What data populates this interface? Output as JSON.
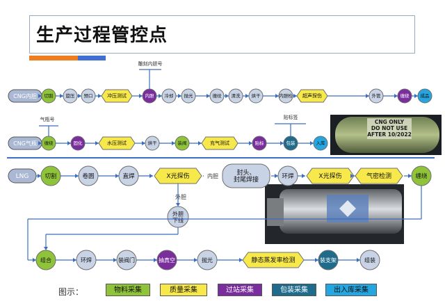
{
  "title": "生产过程管控点",
  "colors": {
    "material": "#8fc43a",
    "quality": "#f7e84b",
    "station": "#7a2d9c",
    "packing": "#1e6b8c",
    "inout": "#25a6e0",
    "process": "#c9d3e6",
    "line": "#3a6ec0"
  },
  "cng1": {
    "start": "CNG内胆",
    "nodes": [
      {
        "label": "切割",
        "kind": "material"
      },
      {
        "label": "旋压",
        "kind": "process"
      },
      {
        "label": "预口",
        "kind": "process"
      },
      {
        "label": "冲压测试",
        "kind": "quality",
        "diamond": true
      },
      {
        "label": "内胆",
        "kind": "station"
      },
      {
        "label": "冷却",
        "kind": "process"
      },
      {
        "label": "抛光",
        "kind": "process"
      },
      {
        "label": "缠纹",
        "kind": "process"
      },
      {
        "label": "清洗",
        "kind": "process"
      },
      {
        "label": "烘干",
        "kind": "process"
      },
      {
        "label": "内胆检",
        "kind": "process"
      },
      {
        "label": "超声探伤",
        "kind": "quality",
        "diamond": true
      },
      {
        "label": "外管",
        "kind": "process"
      },
      {
        "label": "缠绕",
        "kind": "station"
      },
      {
        "label": "成品",
        "kind": "inout"
      }
    ],
    "annotation": "雕刻内胆号"
  },
  "cng2": {
    "start": "CNG气瓶",
    "nodes": [
      {
        "label": "缠绕",
        "kind": "material"
      },
      {
        "label": "固化",
        "kind": "station"
      },
      {
        "label": "水压测试",
        "kind": "quality",
        "diamond": true
      },
      {
        "label": "烘干",
        "kind": "process"
      },
      {
        "label": "装阀",
        "kind": "material"
      },
      {
        "label": "充气测试",
        "kind": "quality",
        "diamond": true
      },
      {
        "label": "贴标",
        "kind": "station"
      },
      {
        "label": "包装",
        "kind": "packing"
      },
      {
        "label": "入库",
        "kind": "inout"
      }
    ],
    "annotation_left": "气瓶号",
    "annotation_right": "贴标签"
  },
  "lng": {
    "start": "LNG",
    "row1": [
      {
        "label": "切割",
        "kind": "material"
      },
      {
        "label": "卷圆",
        "kind": "process"
      },
      {
        "label": "直焊",
        "kind": "process"
      },
      {
        "label": "X光探伤",
        "kind": "quality",
        "diamond": true
      },
      {
        "label": "封头、\n封尾焊接",
        "kind": "process",
        "wide": true
      },
      {
        "label": "环焊",
        "kind": "process"
      },
      {
        "label": "X光探伤",
        "kind": "quality",
        "diamond": true
      },
      {
        "label": "气密检测",
        "kind": "quality",
        "diamond": true
      },
      {
        "label": "缠绕",
        "kind": "material"
      }
    ],
    "inner_label": "内胆",
    "outer_label": "外胆",
    "branch": {
      "label": "外胆\n下线",
      "kind": "process"
    },
    "row2": [
      {
        "label": "组合",
        "kind": "material"
      },
      {
        "label": "环焊",
        "kind": "process"
      },
      {
        "label": "装阀门",
        "kind": "process"
      },
      {
        "label": "抽真空",
        "kind": "station"
      },
      {
        "label": "抛光",
        "kind": "process"
      },
      {
        "label": "静态蒸发率检测",
        "kind": "quality",
        "diamond": true
      },
      {
        "label": "装支架",
        "kind": "packing"
      },
      {
        "label": "组装",
        "kind": "process"
      }
    ]
  },
  "photo_label": {
    "lines": [
      "CNG ONLY",
      "DO NOT USE",
      "AFTER 10/2022"
    ]
  },
  "legend": {
    "caption": "图示：",
    "items": [
      {
        "label": "物料采集",
        "kind": "material"
      },
      {
        "label": "质量采集",
        "kind": "quality"
      },
      {
        "label": "过站采集",
        "kind": "station"
      },
      {
        "label": "包装采集",
        "kind": "packing"
      },
      {
        "label": "出入库采集",
        "kind": "inout"
      }
    ]
  }
}
